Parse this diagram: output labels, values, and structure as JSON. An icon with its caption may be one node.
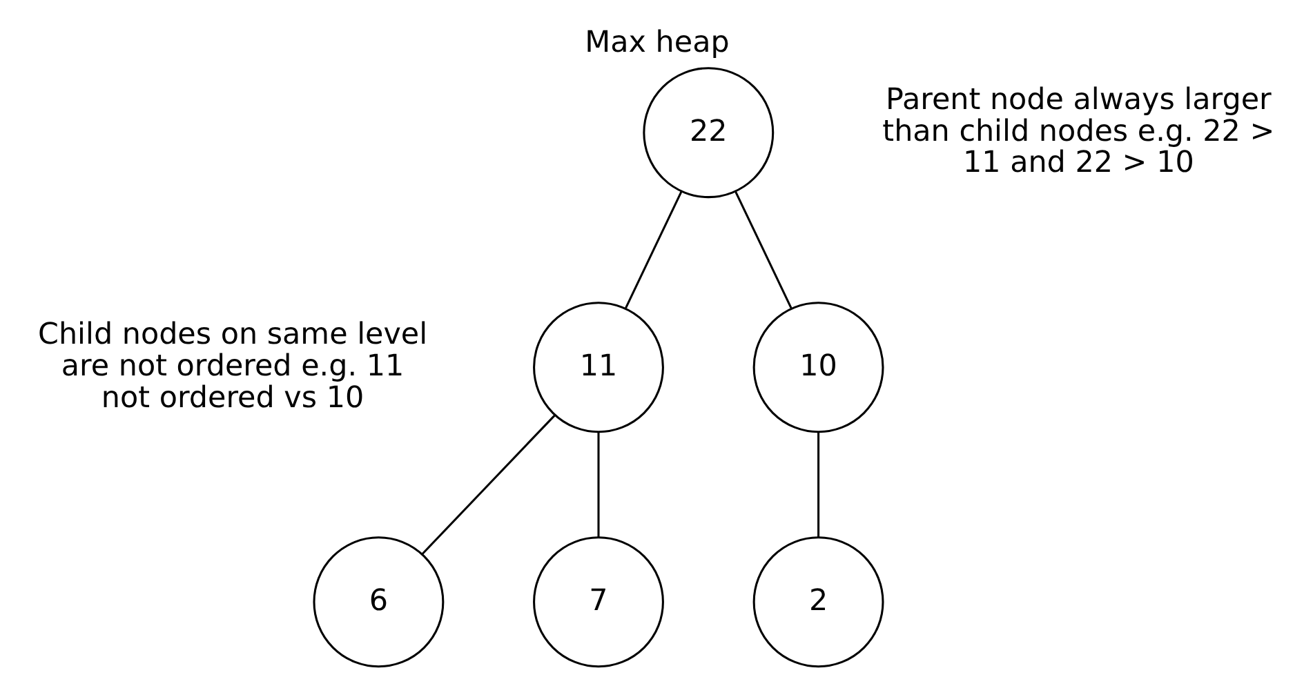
{
  "diagram": {
    "title": "Max heap",
    "nodes": [
      {
        "text": [
          "22"
        ]
      },
      {
        "text": [
          "11"
        ]
      },
      {
        "text": [
          "10"
        ]
      },
      {
        "text": [
          "6"
        ]
      },
      {
        "text": [
          "7"
        ]
      },
      {
        "text": [
          "2"
        ]
      }
    ],
    "edges": [
      {
        "from": 0,
        "to": 1,
        "arrow": "none"
      },
      {
        "from": 0,
        "to": 2,
        "arrow": "none"
      },
      {
        "from": 1,
        "to": 3,
        "arrow": "none"
      },
      {
        "from": 1,
        "to": 4,
        "arrow": "none"
      },
      {
        "from": 2,
        "to": 5,
        "arrow": "none"
      }
    ],
    "labels": [
      "Parent node always larger than child nodes e.g. 22 > 11 and 22 > 10",
      "Child nodes on same level are not ordered e.g. 11 not ordered vs 10"
    ]
  }
}
